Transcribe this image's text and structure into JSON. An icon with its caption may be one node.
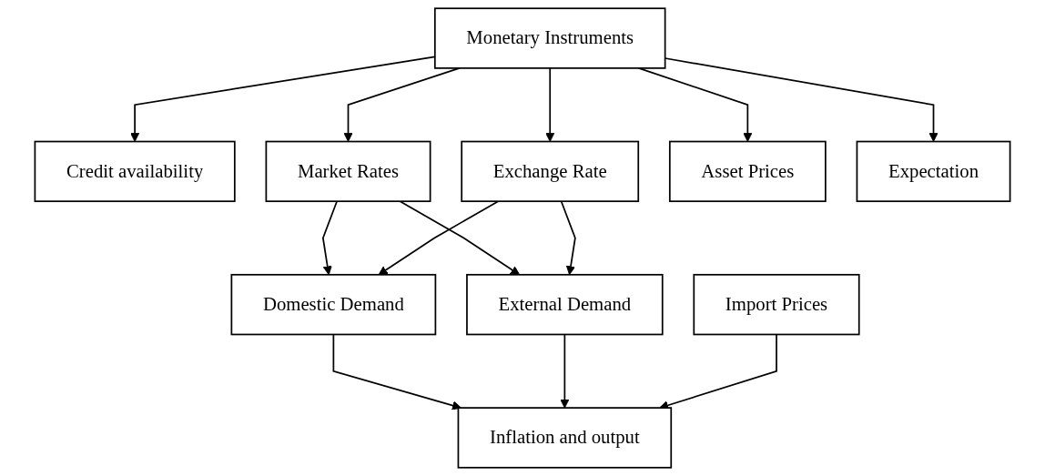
{
  "diagram": {
    "nodes": [
      {
        "text": [
          "Monetary Instruments"
        ]
      },
      {
        "text": [
          "Market Rates"
        ]
      },
      {
        "text": [
          "Credit availability"
        ]
      },
      {
        "text": [
          "Asset Prices"
        ]
      },
      {
        "text": [
          "Expectation"
        ]
      },
      {
        "text": [
          "Exchange Rate"
        ]
      },
      {
        "text": [
          "Domestic Demand"
        ]
      },
      {
        "text": [
          "External Demand"
        ]
      },
      {
        "text": [
          "Inflation and output"
        ]
      },
      {
        "text": [
          "Import Prices"
        ]
      }
    ],
    "edges": [
      {
        "from": 0,
        "to": 1,
        "arrow": "to"
      },
      {
        "from": 0,
        "to": 2,
        "arrow": "to"
      },
      {
        "from": 0,
        "to": 3,
        "arrow": "to"
      },
      {
        "from": 0,
        "to": 4,
        "arrow": "to"
      },
      {
        "from": 0,
        "to": 5,
        "arrow": "to"
      },
      {
        "from": 1,
        "to": 6,
        "arrow": "to"
      },
      {
        "from": 1,
        "to": 7,
        "arrow": "to"
      },
      {
        "from": 5,
        "to": 6,
        "arrow": "to"
      },
      {
        "from": 5,
        "to": 7,
        "arrow": "to"
      },
      {
        "from": 6,
        "to": 8,
        "arrow": "to"
      },
      {
        "from": 7,
        "to": 8,
        "arrow": "to"
      },
      {
        "from": 9,
        "to": 8,
        "arrow": "to"
      }
    ]
  }
}
